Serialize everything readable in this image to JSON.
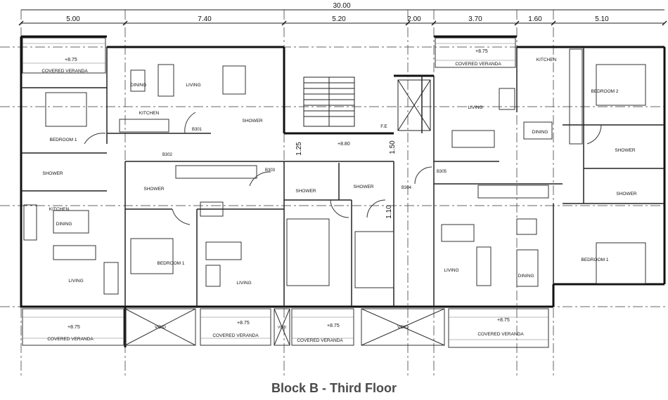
{
  "caption": "Block B - Third Floor",
  "dimensions": {
    "overall": "30.00",
    "segments": [
      "5.00",
      "7.40",
      "5.20",
      "2.00",
      "3.70",
      "1.60",
      "5.10"
    ],
    "vertical": [
      "1.25",
      "1.50",
      "1.10"
    ]
  },
  "levels": {
    "veranda": "+8.75",
    "landing": "+8.80"
  },
  "rooms": {
    "covered_veranda": "COVERED VERANDA",
    "dining": "DINING",
    "living": "LIVING",
    "kitchen": "KITCHEN",
    "bedroom_1": "BEDROOM 1",
    "bedroom_2": "BEDROOM 2",
    "shower": "SHOWER",
    "void": "VOID",
    "fe": "F.E"
  },
  "doors": [
    "B301",
    "B302",
    "B303",
    "B304",
    "B305"
  ]
}
